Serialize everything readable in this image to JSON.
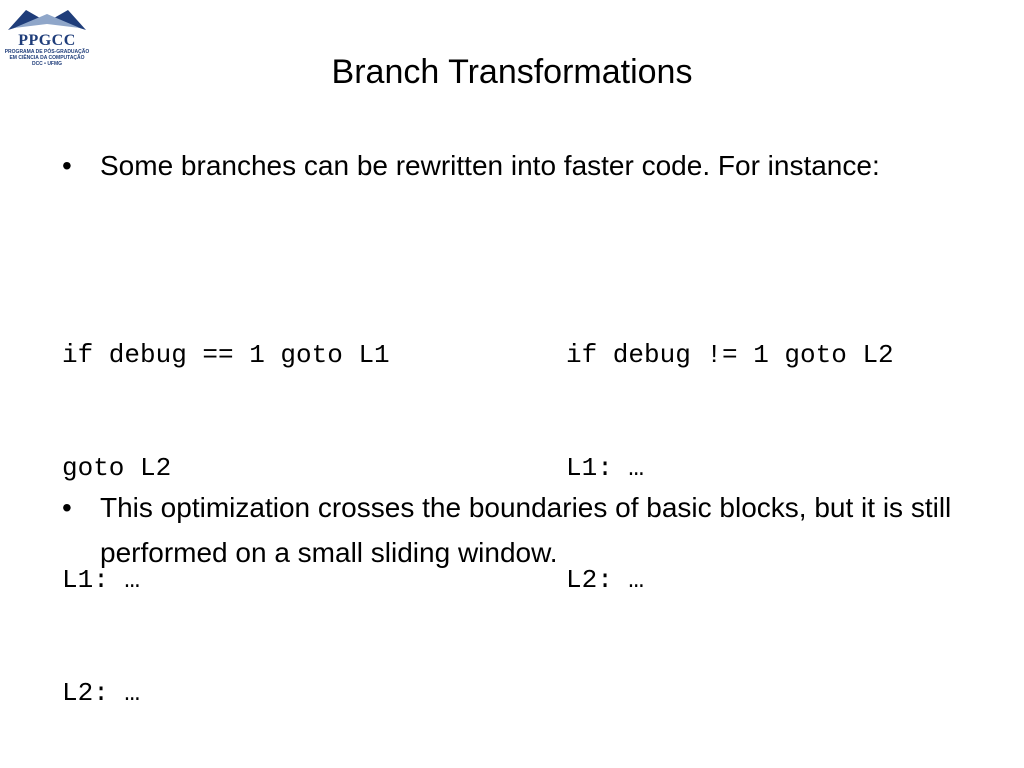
{
  "logo": {
    "title": "PPGCC",
    "line1": "PROGRAMA DE PÓS-GRADUAÇÃO",
    "line2": "EM CIÊNCIA DA COMPUTAÇÃO",
    "line3": "DCC • UFMG",
    "color": "#1f3d7a"
  },
  "slide": {
    "title": "Branch Transformations",
    "bullets": [
      {
        "marker": "•",
        "text": "Some branches can be rewritten into faster code. For instance:"
      },
      {
        "marker": "•",
        "text": "This optimization crosses the boundaries of basic blocks, but it is still performed on a small sliding window."
      }
    ],
    "code_left": [
      "if debug == 1 goto L1",
      "goto L2",
      "L1: …",
      "L2: …"
    ],
    "code_right": [
      "if debug != 1 goto L2",
      "L1: …",
      "L2: …"
    ]
  }
}
